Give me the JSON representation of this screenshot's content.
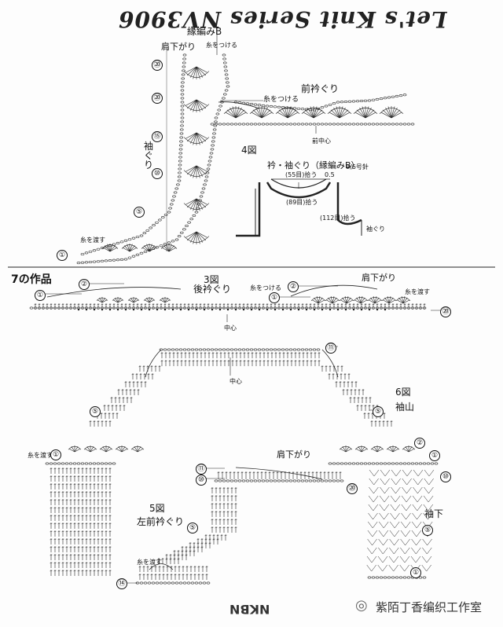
{
  "header_text": "Let's Knit Series NV3906",
  "footer_text": "NKBN",
  "watermark": "紫陌丁香编织工作室",
  "watermark_icon": "wechat-icon",
  "section_title": "7の作品",
  "top": {
    "edging_title": "縁編みB",
    "figure": "4図",
    "shoulder": "肩下がり",
    "thread_attach": "糸をつける",
    "front_neck": "前衿ぐり",
    "front_center": "前中心",
    "armhole": "袖ぐり",
    "thread_cut": "糸を渡す",
    "row_labels": [
      "⑳",
      "⑳",
      "⑮",
      "⑩",
      "⑤",
      "①"
    ],
    "inset": {
      "title": "衿・袖ぐり（縁編みB）",
      "hook": "9/6号針",
      "neck_pickup": "(55目)拾う",
      "back_pickup": "(89目)拾う",
      "arm_pickup": "(112目)拾う",
      "size": "0.5",
      "sleeve_note": "袖ぐり"
    }
  },
  "fig3": {
    "figure": "3図",
    "title": "後衿ぐり",
    "thread_attach": "糸をつける",
    "shoulder": "肩下がり",
    "thread_cut": "糸を渡す",
    "center": "中心",
    "rows": [
      "①",
      "②",
      "②",
      "①",
      "⑳"
    ]
  },
  "fig6": {
    "figure": "6図",
    "title": "袖山",
    "center": "中心",
    "underarm": "袖下",
    "thread_cut": "糸を渡す",
    "rows_right": [
      "⑪",
      "⑤",
      "②",
      "①",
      "⑩",
      "⑤",
      "①"
    ],
    "rows_left": [
      "⑤",
      "①"
    ]
  },
  "fig5": {
    "figure": "5図",
    "title": "左前衿ぐり",
    "shoulder": "肩下がり",
    "thread_cut": "糸を渡す",
    "rows": [
      "⑪",
      "⑩",
      "⑳",
      "⑤",
      "⑭"
    ]
  }
}
